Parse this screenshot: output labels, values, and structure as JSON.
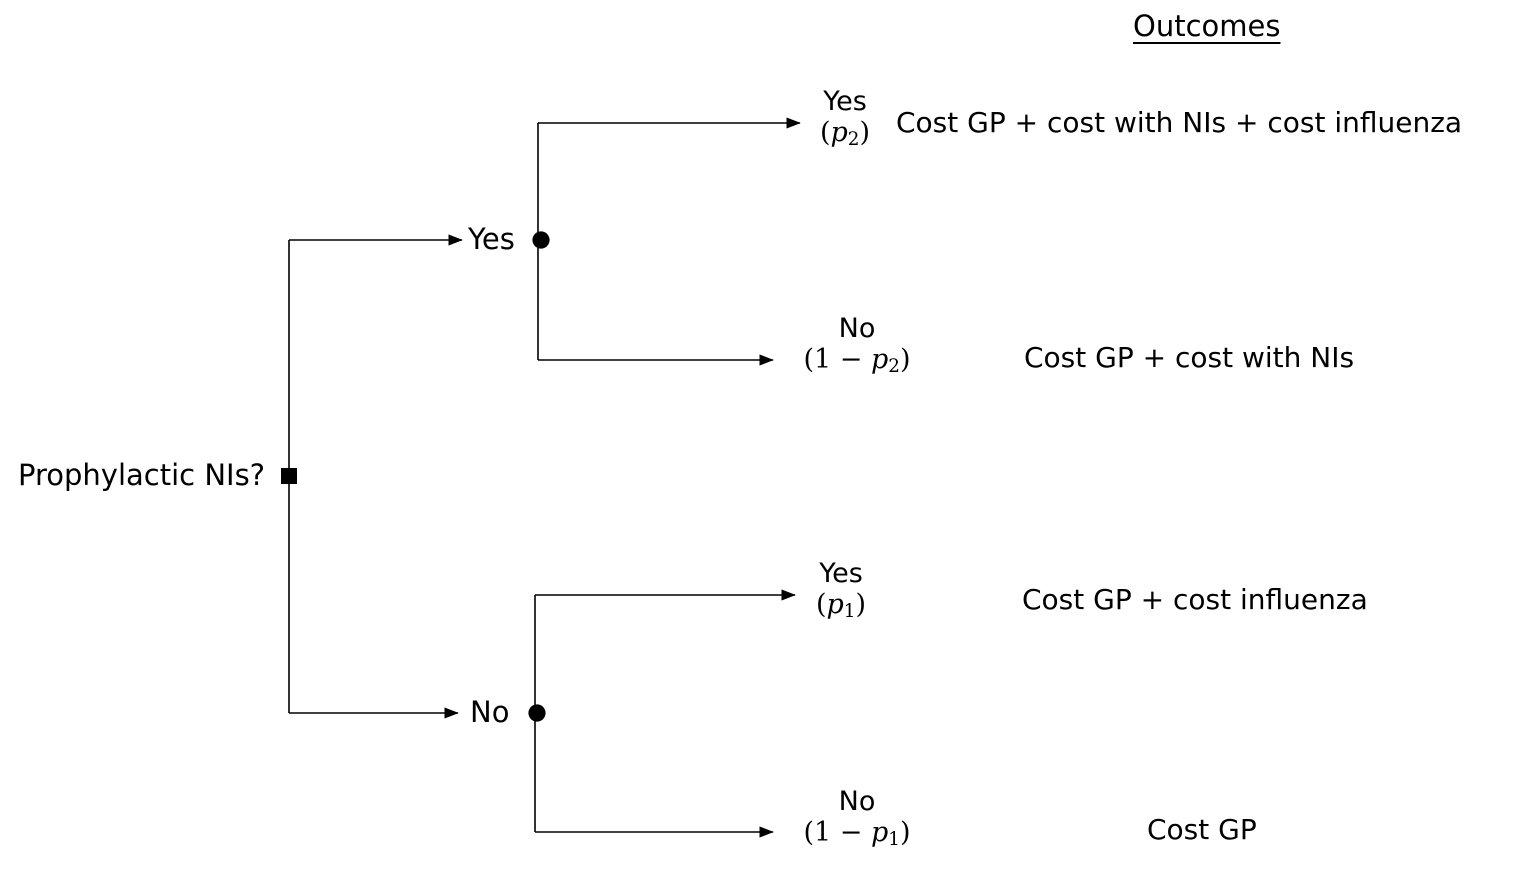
{
  "diagram": {
    "type": "decision-tree",
    "heading": "Outcomes",
    "root": {
      "label": "Prophylactic NIs?",
      "node_shape": "square",
      "node_color": "#000000"
    },
    "chance_nodes": [
      {
        "label": "Yes",
        "node_shape": "circle",
        "node_color": "#000000"
      },
      {
        "label": "No",
        "node_shape": "circle",
        "node_color": "#000000"
      }
    ],
    "branches": [
      {
        "word": "Yes",
        "prob_open": "(",
        "prob_var": "p",
        "prob_sub": "2",
        "prob_close": ")",
        "prob_text": "(p2)",
        "outcome": "Cost GP + cost with NIs + cost influenza"
      },
      {
        "word": "No",
        "prob_open": "(1 − ",
        "prob_var": "p",
        "prob_sub": "2",
        "prob_close": ")",
        "prob_text": "(1 - p2)",
        "outcome": "Cost GP + cost with NIs"
      },
      {
        "word": "Yes",
        "prob_open": "(",
        "prob_var": "p",
        "prob_sub": "1",
        "prob_close": ")",
        "prob_text": "(p1)",
        "outcome": "Cost GP + cost influenza"
      },
      {
        "word": "No",
        "prob_open": "(1 − ",
        "prob_var": "p",
        "prob_sub": "1",
        "prob_close": ")",
        "prob_text": "(1 - p1)",
        "outcome": "Cost GP"
      }
    ]
  }
}
